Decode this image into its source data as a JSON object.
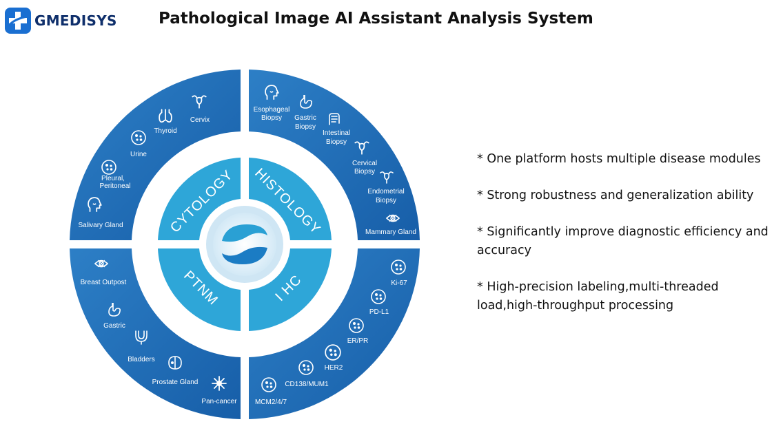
{
  "header": {
    "logo_text": "GMEDISYS",
    "title": "Pathological Image AI Assistant Analysis System"
  },
  "diagram": {
    "center_icon": "swirl-logo-icon",
    "colors": {
      "quadrant_blue": "#1e6ab4",
      "inner_cyan": "#2aa5d6",
      "center_circle": "#dceef8"
    },
    "quadrants": {
      "cytology": {
        "label": "CYTOLOGY",
        "items": [
          {
            "label": "Cervix",
            "icon": "uterus-icon"
          },
          {
            "label": "Thyroid",
            "icon": "thyroid-icon"
          },
          {
            "label": "Urine",
            "icon": "cell-icon"
          },
          {
            "lines": [
              "Pleural,",
              "Peritoneal"
            ],
            "icon": "cell-icon"
          },
          {
            "label": "Salivary Gland",
            "icon": "head-icon"
          }
        ]
      },
      "histology": {
        "label": "HISTOLOGY",
        "items": [
          {
            "lines": [
              "Esophageal",
              "Biopsy"
            ],
            "icon": "head-icon"
          },
          {
            "lines": [
              "Gastric",
              "Biopsy"
            ],
            "icon": "stomach-icon"
          },
          {
            "lines": [
              "Intestinal",
              "Biopsy"
            ],
            "icon": "intestine-icon"
          },
          {
            "lines": [
              "Cervical",
              "Biopsy"
            ],
            "icon": "uterus-icon"
          },
          {
            "lines": [
              "Endometrial",
              "Biopsy"
            ],
            "icon": "uterus-icon"
          },
          {
            "label": "Mammary Gland",
            "icon": "breast-icon"
          }
        ]
      },
      "ptnm": {
        "label": "PTNM",
        "items": [
          {
            "label": "Breast Outpost",
            "icon": "breast-icon"
          },
          {
            "label": "Gastric",
            "icon": "stomach-icon"
          },
          {
            "label": "Bladders",
            "icon": "bladder-icon"
          },
          {
            "label": "Prostate Gland",
            "icon": "prostate-icon"
          },
          {
            "label": "Pan-cancer",
            "icon": "virus-icon"
          }
        ]
      },
      "ihc": {
        "label": "I HC",
        "items": [
          {
            "label": "Ki-67",
            "icon": "cell-icon"
          },
          {
            "label": "PD-L1",
            "icon": "cell-icon"
          },
          {
            "label": "ER/PR",
            "icon": "cell-icon"
          },
          {
            "label": "HER2",
            "icon": "cell-icon"
          },
          {
            "label": "CD138/MUM1",
            "icon": "cell-icon"
          },
          {
            "label": "MCM2/4/7",
            "icon": "cell-icon"
          }
        ]
      }
    }
  },
  "features": [
    "* One platform hosts multiple disease modules",
    "* Strong robustness and generalization ability",
    "* Significantly improve diagnostic efficiency and accuracy",
    "* High-precision  labeling,multi-threaded load,high-throughput  processing"
  ]
}
